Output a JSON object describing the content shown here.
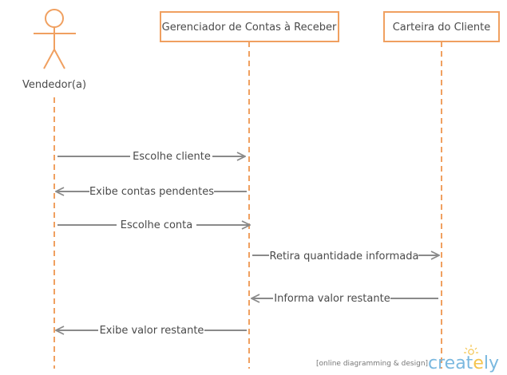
{
  "diagram": {
    "actor": {
      "label": "Vendedor(a)",
      "icon": "stick-figure-icon"
    },
    "participants": [
      {
        "label": "Gerenciador de Contas à Receber"
      },
      {
        "label": "Carteira do Cliente"
      }
    ],
    "messages": [
      {
        "label": "Escolhe cliente",
        "from": "actor",
        "to": "p1"
      },
      {
        "label": "Exibe contas pendentes",
        "from": "p1",
        "to": "actor"
      },
      {
        "label": "Escolhe conta",
        "from": "actor",
        "to": "p1"
      },
      {
        "label": "Retira quantidade informada",
        "from": "p1",
        "to": "p2"
      },
      {
        "label": "Informa valor restante",
        "from": "p2",
        "to": "p1"
      },
      {
        "label": "Exibe valor restante",
        "from": "p1",
        "to": "actor"
      }
    ],
    "colors": {
      "lifeline": "#f0a060",
      "arrow": "#8a8a8a",
      "text": "#4a4a4a"
    }
  },
  "watermark": {
    "tagline": "[online diagramming & design]",
    "brand": "creately",
    "brand_prefix": "creat",
    "brand_highlight": "e",
    "brand_suffix": "ly",
    "brand_mark": "lightbulb-icon"
  }
}
